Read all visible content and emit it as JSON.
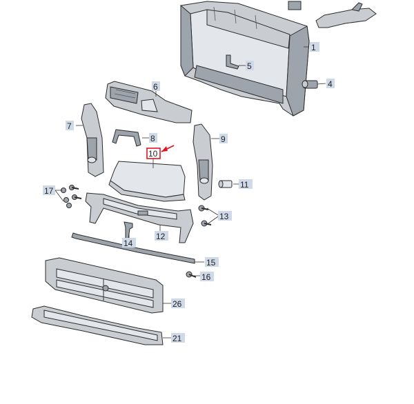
{
  "diagram": {
    "callouts": [
      {
        "id": "1",
        "label": "1"
      },
      {
        "id": "4",
        "label": "4"
      },
      {
        "id": "5",
        "label": "5"
      },
      {
        "id": "6",
        "label": "6"
      },
      {
        "id": "7",
        "label": "7"
      },
      {
        "id": "8",
        "label": "8"
      },
      {
        "id": "9",
        "label": "9"
      },
      {
        "id": "10",
        "label": "10"
      },
      {
        "id": "11",
        "label": "11"
      },
      {
        "id": "12",
        "label": "12"
      },
      {
        "id": "13",
        "label": "13"
      },
      {
        "id": "14",
        "label": "14"
      },
      {
        "id": "15",
        "label": "15"
      },
      {
        "id": "16",
        "label": "16"
      },
      {
        "id": "17",
        "label": "17"
      },
      {
        "id": "21",
        "label": "21"
      },
      {
        "id": "26",
        "label": "26"
      }
    ],
    "highlighted_callout": "10",
    "colors": {
      "highlight_box": "#e0141e",
      "arrow": "#e0141e",
      "tag_background": "#cfd9e8",
      "part_fill": "#c9cdd2",
      "outline": "#2a2a2a"
    }
  }
}
